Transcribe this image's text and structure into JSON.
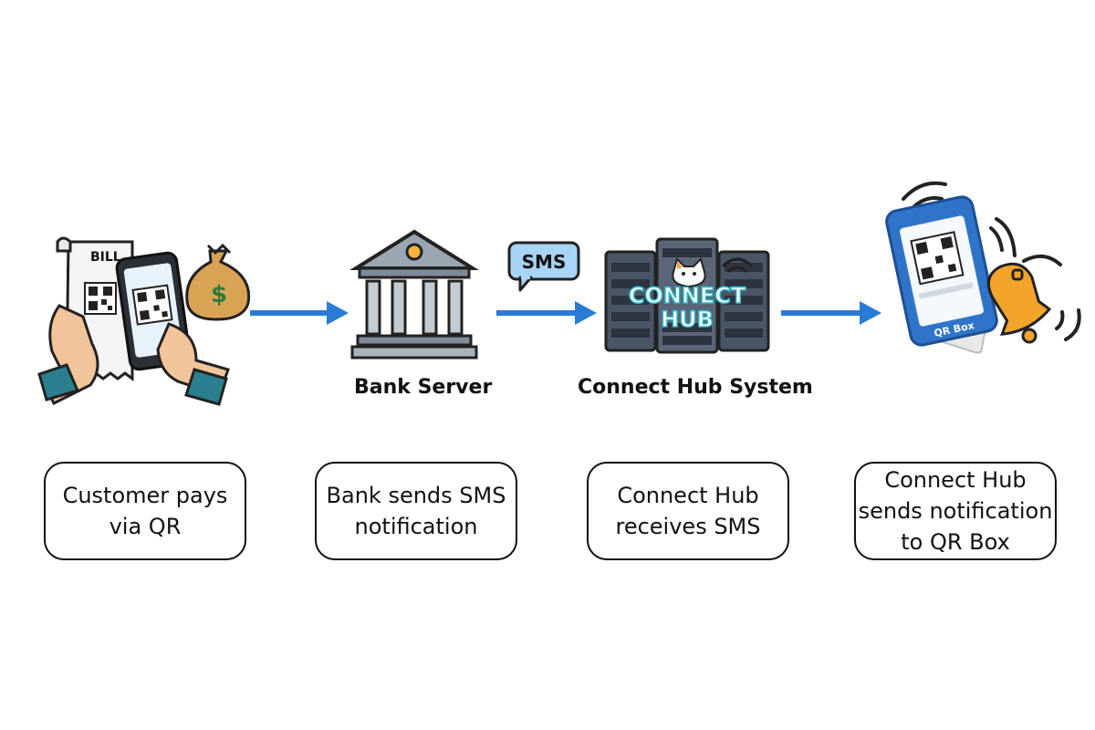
{
  "figure": {
    "bill_label": "BILL",
    "money_symbol": "$",
    "sms_bubble_label": "SMS",
    "bank_label": "Bank Server",
    "hub_logo_line1": "CONNECT",
    "hub_logo_line2": "HUB",
    "hub_label": "Connect Hub System",
    "qrbox_text": "QR Box"
  },
  "steps": [
    {
      "text": "Customer pays\nvia QR"
    },
    {
      "text": "Bank sends SMS\nnotification"
    },
    {
      "text": "Connect Hub\nreceives SMS"
    },
    {
      "text": "Connect Hub\nsends notification\nto QR Box"
    }
  ],
  "colors": {
    "arrow": "#2a7bd6",
    "sms_bubble": "#a8d4f5",
    "bell": "#f3a42a",
    "hub_text": "#ffffff",
    "hub_outline": "#2db7c9",
    "qrbox_blue": "#2f74c9"
  },
  "icons": [
    "bill-icon",
    "phone-icon",
    "money-bag-icon",
    "bank-icon",
    "server-rack-icon",
    "cat-icon",
    "wifi-icon",
    "qr-box-icon",
    "bell-icon",
    "sound-wave-icon"
  ]
}
